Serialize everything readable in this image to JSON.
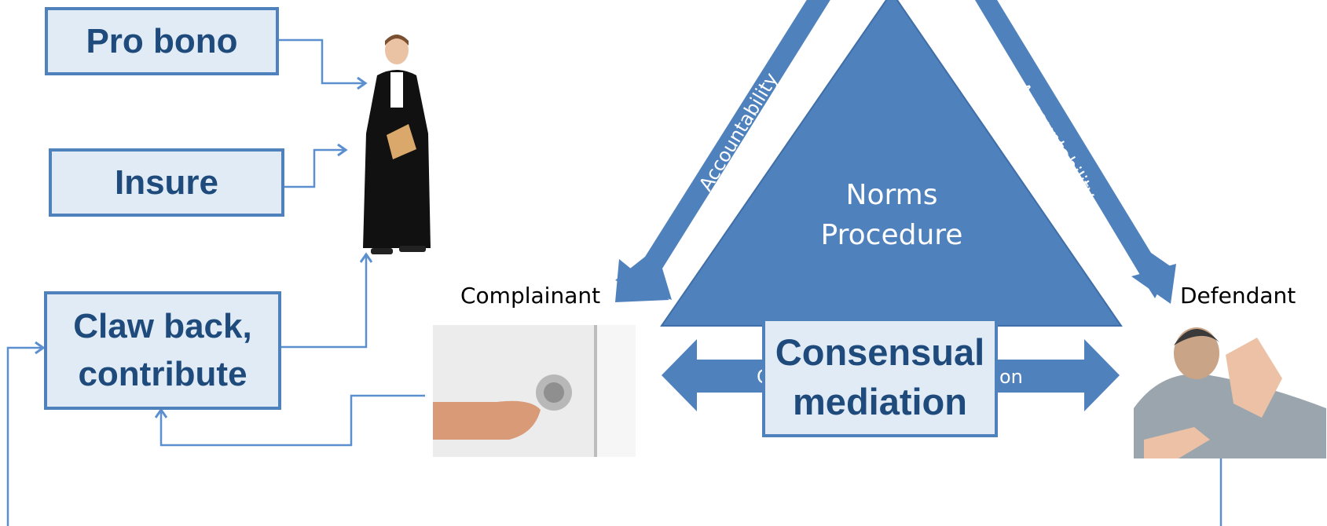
{
  "boxes": {
    "pro_bono": "Pro bono",
    "insure": "Insure",
    "claw_back_line1": "Claw back,",
    "claw_back_line2": "contribute",
    "consensual_line1": "Consensual",
    "consensual_line2": "mediation"
  },
  "triangle": {
    "line1": "Norms",
    "line2": "Procedure"
  },
  "arrows": {
    "left_accountability": "Accountability",
    "right_accountability": "Accountability",
    "bottom_left_fragment": "C",
    "bottom_right_fragment": "on"
  },
  "parties": {
    "complainant": "Complainant",
    "defendant": "Defendant"
  },
  "colors": {
    "triangle_fill": "#4f81bd",
    "box_fill": "#e1ebf6",
    "box_border": "#4f81bd",
    "box_text": "#1f4a7c",
    "connector": "#5b8fd0"
  }
}
